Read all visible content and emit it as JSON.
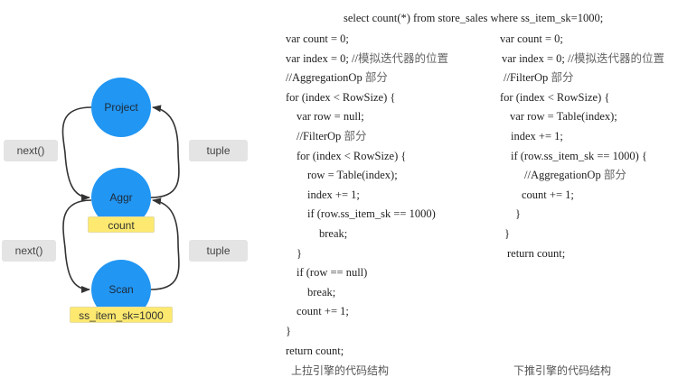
{
  "diagram": {
    "nodes": [
      {
        "id": "project",
        "label": "Project"
      },
      {
        "id": "aggr",
        "label": "Aggr",
        "tag": "count"
      },
      {
        "id": "scan",
        "label": "Scan",
        "tag": "ss_item_sk=1000"
      }
    ],
    "edge_labels": {
      "next_upper": "next()",
      "next_lower": "next()",
      "tuple_upper": "tuple",
      "tuple_lower": "tuple"
    },
    "colors": {
      "node_fill": "#2196f3",
      "tag_fill": "#fde96f",
      "chip_fill": "#e4e4e4",
      "arrow": "#333333"
    }
  },
  "sql": "select count(*) from store_sales where ss_item_sk=1000;",
  "pull_engine": {
    "caption": "上拉引擎的代码结构",
    "lines": [
      {
        "code": "var count = 0;",
        "comment": ""
      },
      {
        "code": "var index = 0; //",
        "comment": "模拟迭代器的位置"
      },
      {
        "code": "//AggregationOp ",
        "comment": "部分"
      },
      {
        "code": "for (index < RowSize) {",
        "comment": ""
      },
      {
        "code": "var row = null;",
        "comment": ""
      },
      {
        "code": "//FilterOp ",
        "comment": "部分"
      },
      {
        "code": "for (index < RowSize) {",
        "comment": ""
      },
      {
        "code": "row = Table(index);",
        "comment": ""
      },
      {
        "code": "index += 1;",
        "comment": ""
      },
      {
        "code": "if (row.ss_item_sk == 1000)",
        "comment": ""
      },
      {
        "code": "break;",
        "comment": ""
      },
      {
        "code": "}",
        "comment": ""
      },
      {
        "code": "if (row == null)",
        "comment": ""
      },
      {
        "code": "break;",
        "comment": ""
      },
      {
        "code": "count += 1;",
        "comment": ""
      },
      {
        "code": "}",
        "comment": ""
      },
      {
        "code": "return count;",
        "comment": ""
      }
    ]
  },
  "push_engine": {
    "caption": "下推引擎的代码结构",
    "lines": [
      {
        "code": "var count = 0;",
        "comment": ""
      },
      {
        "code": "var index = 0; //",
        "comment": "模拟迭代器的位置"
      },
      {
        "code": "//FilterOp ",
        "comment": "部分"
      },
      {
        "code": "for (index < RowSize) {",
        "comment": ""
      },
      {
        "code": "var row = Table(index);",
        "comment": ""
      },
      {
        "code": "index += 1;",
        "comment": ""
      },
      {
        "code": "if (row.ss_item_sk == 1000) {",
        "comment": ""
      },
      {
        "code": "//AggregationOp ",
        "comment": "部分"
      },
      {
        "code": "count += 1;",
        "comment": ""
      },
      {
        "code": "}",
        "comment": ""
      },
      {
        "code": "}",
        "comment": ""
      },
      {
        "code": "return count;",
        "comment": ""
      }
    ]
  }
}
